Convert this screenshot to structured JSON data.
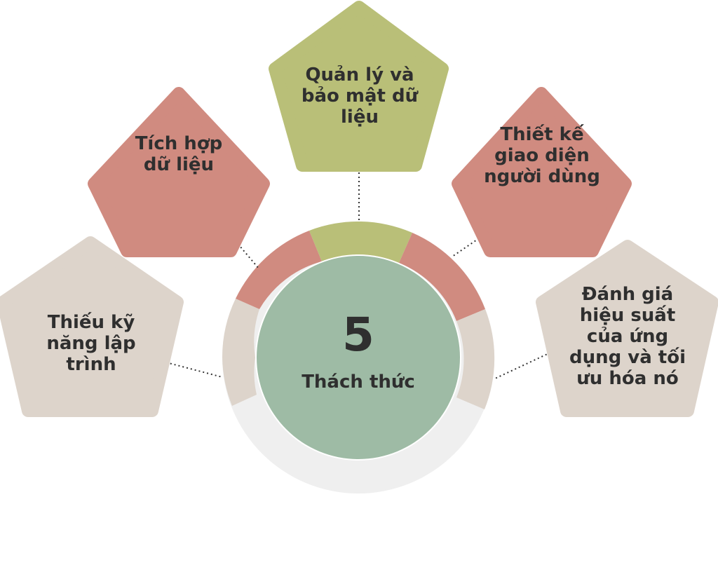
{
  "colors": {
    "red": "#d08b80",
    "green": "#b9bf78",
    "beige": "#ddd4cb",
    "ring_gray": "#efefef",
    "center": "#9ebba5",
    "text": "#2f2f2f"
  },
  "center": {
    "number": "5",
    "caption": "Thách thức"
  },
  "items": [
    {
      "label": "Thiếu kỹ năng lập trình",
      "color": "beige"
    },
    {
      "label": "Tích hợp dữ liệu",
      "color": "red"
    },
    {
      "label": "Quản lý và bảo mật dữ liệu",
      "color": "green"
    },
    {
      "label": "Thiết kế giao diện người dùng",
      "color": "red"
    },
    {
      "label": "Đánh giá hiệu suất của ứng dụng và tối ưu hóa nó",
      "color": "beige"
    }
  ]
}
